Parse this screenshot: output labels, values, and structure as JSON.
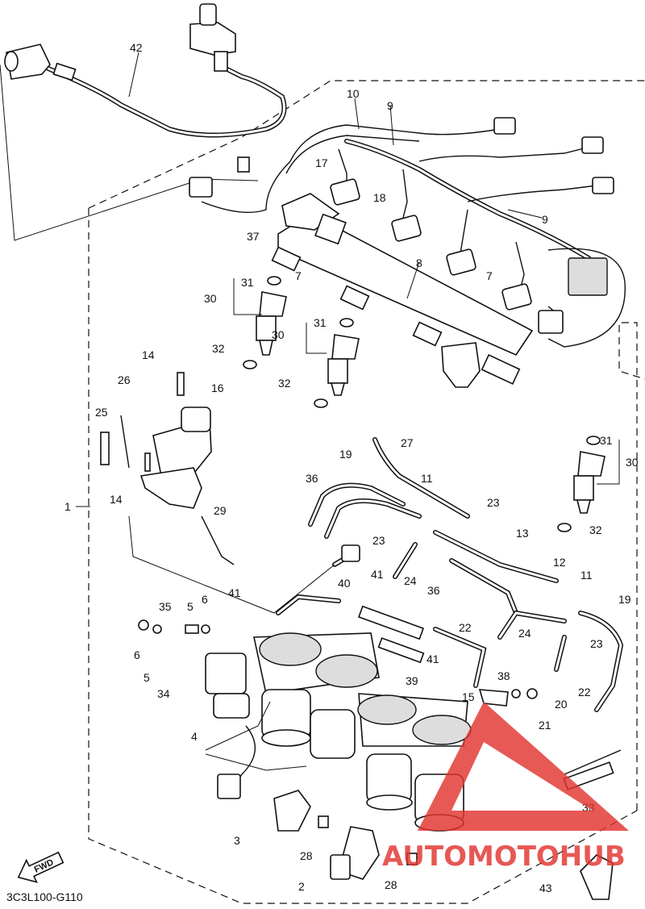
{
  "diagram": {
    "code": "3C3L100-G110",
    "fwd_label": "FWD",
    "watermark": {
      "text": "AUTOMOTOHUB",
      "color": "#e2342f"
    },
    "callouts": [
      "1",
      "2",
      "3",
      "4",
      "5",
      "5",
      "6",
      "6",
      "7",
      "7",
      "8",
      "9",
      "9",
      "10",
      "11",
      "11",
      "12",
      "13",
      "14",
      "14",
      "15",
      "16",
      "17",
      "18",
      "19",
      "19",
      "20",
      "21",
      "22",
      "22",
      "23",
      "23",
      "23",
      "24",
      "24",
      "25",
      "26",
      "27",
      "28",
      "28",
      "29",
      "30",
      "30",
      "30",
      "31",
      "31",
      "31",
      "32",
      "32",
      "32",
      "33",
      "34",
      "35",
      "36",
      "36",
      "37",
      "38",
      "39",
      "40",
      "41",
      "41",
      "41",
      "42",
      "43"
    ]
  }
}
